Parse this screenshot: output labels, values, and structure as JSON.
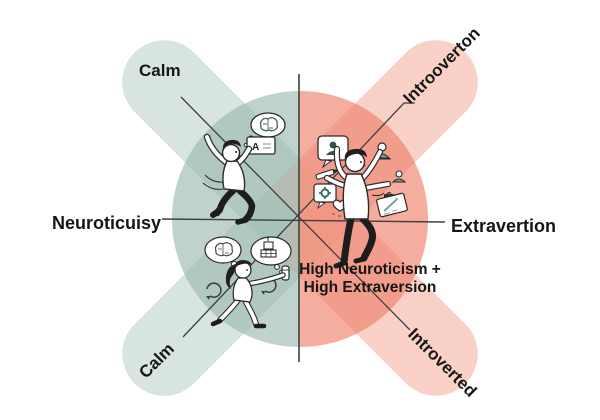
{
  "diagram": {
    "title_implied": "personality quadrants",
    "quadrants": {
      "top_left_label": "Calm",
      "bottom_left_label": "Calm",
      "top_right_label": "Introoverton",
      "bottom_right_label": "Introverted"
    },
    "axis": {
      "left_label": "Neuroticuisy",
      "right_label": "Extravertion"
    },
    "center_label": {
      "line1": "High Neuroticism +",
      "line2": "High Extraversion"
    },
    "figures": {
      "card_letter": "A",
      "top_left_figure": "person-jumping-with-brain-thought-bubble",
      "right_figure": "multitasking-person-with-four-arms",
      "bottom_left_figure": "girl-walking-with-thought-bubbles",
      "icons": [
        "brain-thought-bubble-icon",
        "letter-card-icon",
        "person-speech-bubble-icon",
        "pencil-icon",
        "gear-speech-bubble-icon",
        "heart-icon",
        "person-bust-icon",
        "briefcase-icon",
        "clipboard-icon",
        "robot-thought-bubble-icon",
        "refresh-loop-icon",
        "bottle-icon"
      ]
    },
    "colors": {
      "teal_band": "#d8e4e0",
      "pink_band": "#f6c9be",
      "teal_circle_half": "#c1d3cc",
      "pink_circle_half": "#f3a898",
      "line": "#3f3f3f",
      "ink": "#2a2a2a",
      "accent_teal": "#6fa296",
      "accent_red": "#b94a42",
      "background": "#ffffff"
    }
  }
}
